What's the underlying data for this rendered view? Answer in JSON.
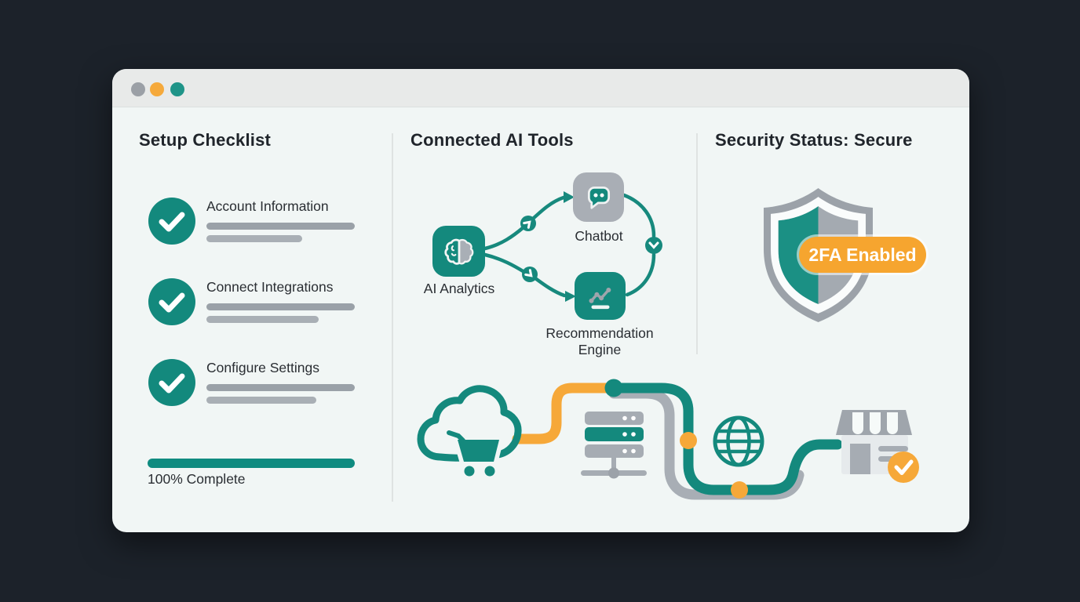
{
  "window": {
    "titlebar": {
      "traffic_lights": [
        {
          "name": "window-dot-gray",
          "color": "#9BA0A6"
        },
        {
          "name": "window-dot-orange",
          "color": "#F5A93B"
        },
        {
          "name": "window-dot-teal",
          "color": "#1F9488"
        }
      ]
    },
    "checklist": {
      "title": "Setup Checklist",
      "items": [
        {
          "label": "Account Information",
          "checked": true
        },
        {
          "label": "Connect Integrations",
          "checked": true
        },
        {
          "label": "Configure Settings",
          "checked": true
        }
      ],
      "progress_percent": 100,
      "progress_label": "100% Complete"
    },
    "ai_tools": {
      "title": "Connected AI Tools",
      "nodes": [
        {
          "label": "AI Analytics",
          "icon": "brain-icon"
        },
        {
          "label": "Chatbot",
          "icon": "chat-bubble-icon"
        },
        {
          "label": "Recommendation Engine",
          "icon": "line-chart-icon"
        }
      ]
    },
    "security": {
      "title": "Security Status: Secure",
      "badge_label": "2FA Enabled",
      "icon": "shield-icon"
    },
    "pipeline": {
      "icons": [
        "cloud-cart-icon",
        "server-icon",
        "globe-icon",
        "storefront-icon",
        "check-badge-icon"
      ]
    },
    "colors": {
      "teal": "#14897D",
      "orange": "#F6A839",
      "gray": "#A6ACB3",
      "body_bg": "#F1F6F5",
      "titlebar_bg": "#E8EAE9",
      "background": "#1C222A"
    }
  }
}
